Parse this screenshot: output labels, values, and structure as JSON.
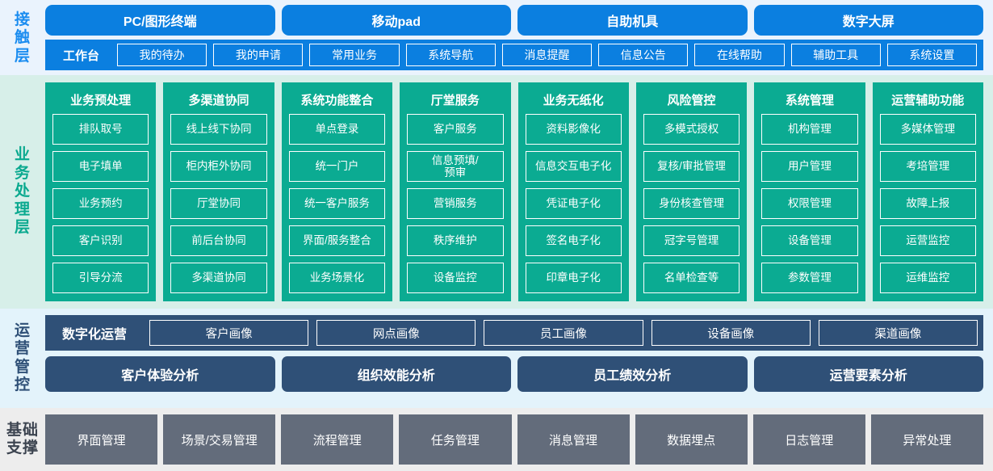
{
  "layers": {
    "contact": {
      "label_lines": [
        "接",
        "触",
        "层"
      ],
      "channels": [
        "PC/图形终端",
        "移动pad",
        "自助机具",
        "数字大屏"
      ],
      "nav_title": "工作台",
      "nav_items": [
        "我的待办",
        "我的申请",
        "常用业务",
        "系统导航",
        "消息提醒",
        "信息公告",
        "在线帮助",
        "辅助工具",
        "系统设置"
      ],
      "colors": {
        "band": "#eaf3fd",
        "fill": "#0b7fe0",
        "text": "#1a8cf0"
      }
    },
    "business": {
      "label_lines": [
        "业",
        "务",
        "处",
        "理",
        "层"
      ],
      "colors": {
        "band": "#d7efe9",
        "fill": "#0bab92",
        "text": "#0aa98f"
      },
      "columns": [
        {
          "title": "业务预处理",
          "items": [
            "排队取号",
            "电子填单",
            "业务预约",
            "客户识别",
            "引导分流"
          ]
        },
        {
          "title": "多渠道协同",
          "items": [
            "线上线下协同",
            "柜内柜外协同",
            "厅堂协同",
            "前后台协同",
            "多渠道协同"
          ]
        },
        {
          "title": "系统功能整合",
          "items": [
            "单点登录",
            "统一门户",
            "统一客户服务",
            "界面/服务整合",
            "业务场景化"
          ]
        },
        {
          "title": "厅堂服务",
          "items": [
            "客户服务",
            "信息预填/\n预审",
            "营销服务",
            "秩序维护",
            "设备监控"
          ]
        },
        {
          "title": "业务无纸化",
          "items": [
            "资料影像化",
            "信息交互电子化",
            "凭证电子化",
            "签名电子化",
            "印章电子化"
          ]
        },
        {
          "title": "风险管控",
          "items": [
            "多模式授权",
            "复核/审批管理",
            "身份核查管理",
            "冠字号管理",
            "名单检查等"
          ]
        },
        {
          "title": "系统管理",
          "items": [
            "机构管理",
            "用户管理",
            "权限管理",
            "设备管理",
            "参数管理"
          ]
        },
        {
          "title": "运营辅助功能",
          "items": [
            "多媒体管理",
            "考培管理",
            "故障上报",
            "运营监控",
            "运维监控"
          ]
        }
      ]
    },
    "operations": {
      "label_lines": [
        "运",
        "营",
        "管",
        "控"
      ],
      "colors": {
        "band": "#e3f3fb",
        "fill": "#2f5077",
        "text": "#2f5077"
      },
      "row1_title": "数字化运营",
      "row1_items": [
        "客户画像",
        "网点画像",
        "员工画像",
        "设备画像",
        "渠道画像"
      ],
      "row2_items": [
        "客户体验分析",
        "组织效能分析",
        "员工绩效分析",
        "运营要素分析"
      ]
    },
    "foundation": {
      "label_lines": [
        "基础",
        "支撑"
      ],
      "colors": {
        "band": "#ededed",
        "fill": "#636c7b",
        "text": "#3c4450"
      },
      "items": [
        "界面管理",
        "场景/交易管理",
        "流程管理",
        "任务管理",
        "消息管理",
        "数据埋点",
        "日志管理",
        "异常处理"
      ]
    }
  }
}
